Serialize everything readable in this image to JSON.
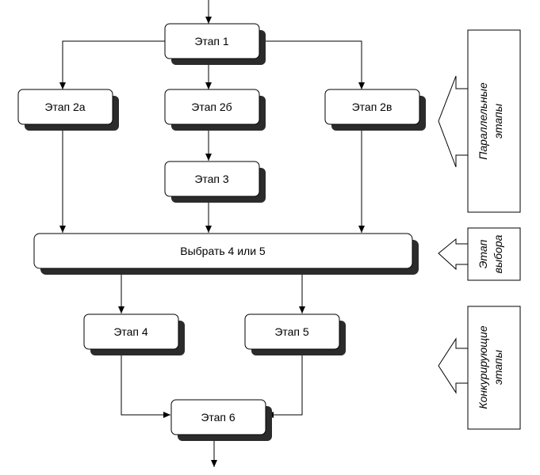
{
  "nodes": {
    "stage1": "Этап 1",
    "stage2a": "Этап 2а",
    "stage2b": "Этап 2б",
    "stage2v": "Этап 2в",
    "stage3": "Этап 3",
    "choose": "Выбрать 4 или 5",
    "stage4": "Этап 4",
    "stage5": "Этап 5",
    "stage6": "Этап 6"
  },
  "side_labels": {
    "parallel": [
      "Параллельные",
      "этапы"
    ],
    "choice": [
      "Этап",
      "выбора"
    ],
    "competing": [
      "Конкурирующие",
      "этапы"
    ]
  },
  "colors": {
    "box_fill": "#ffffff",
    "box_stroke": "#000000",
    "shadow": "#2b2b2b"
  }
}
